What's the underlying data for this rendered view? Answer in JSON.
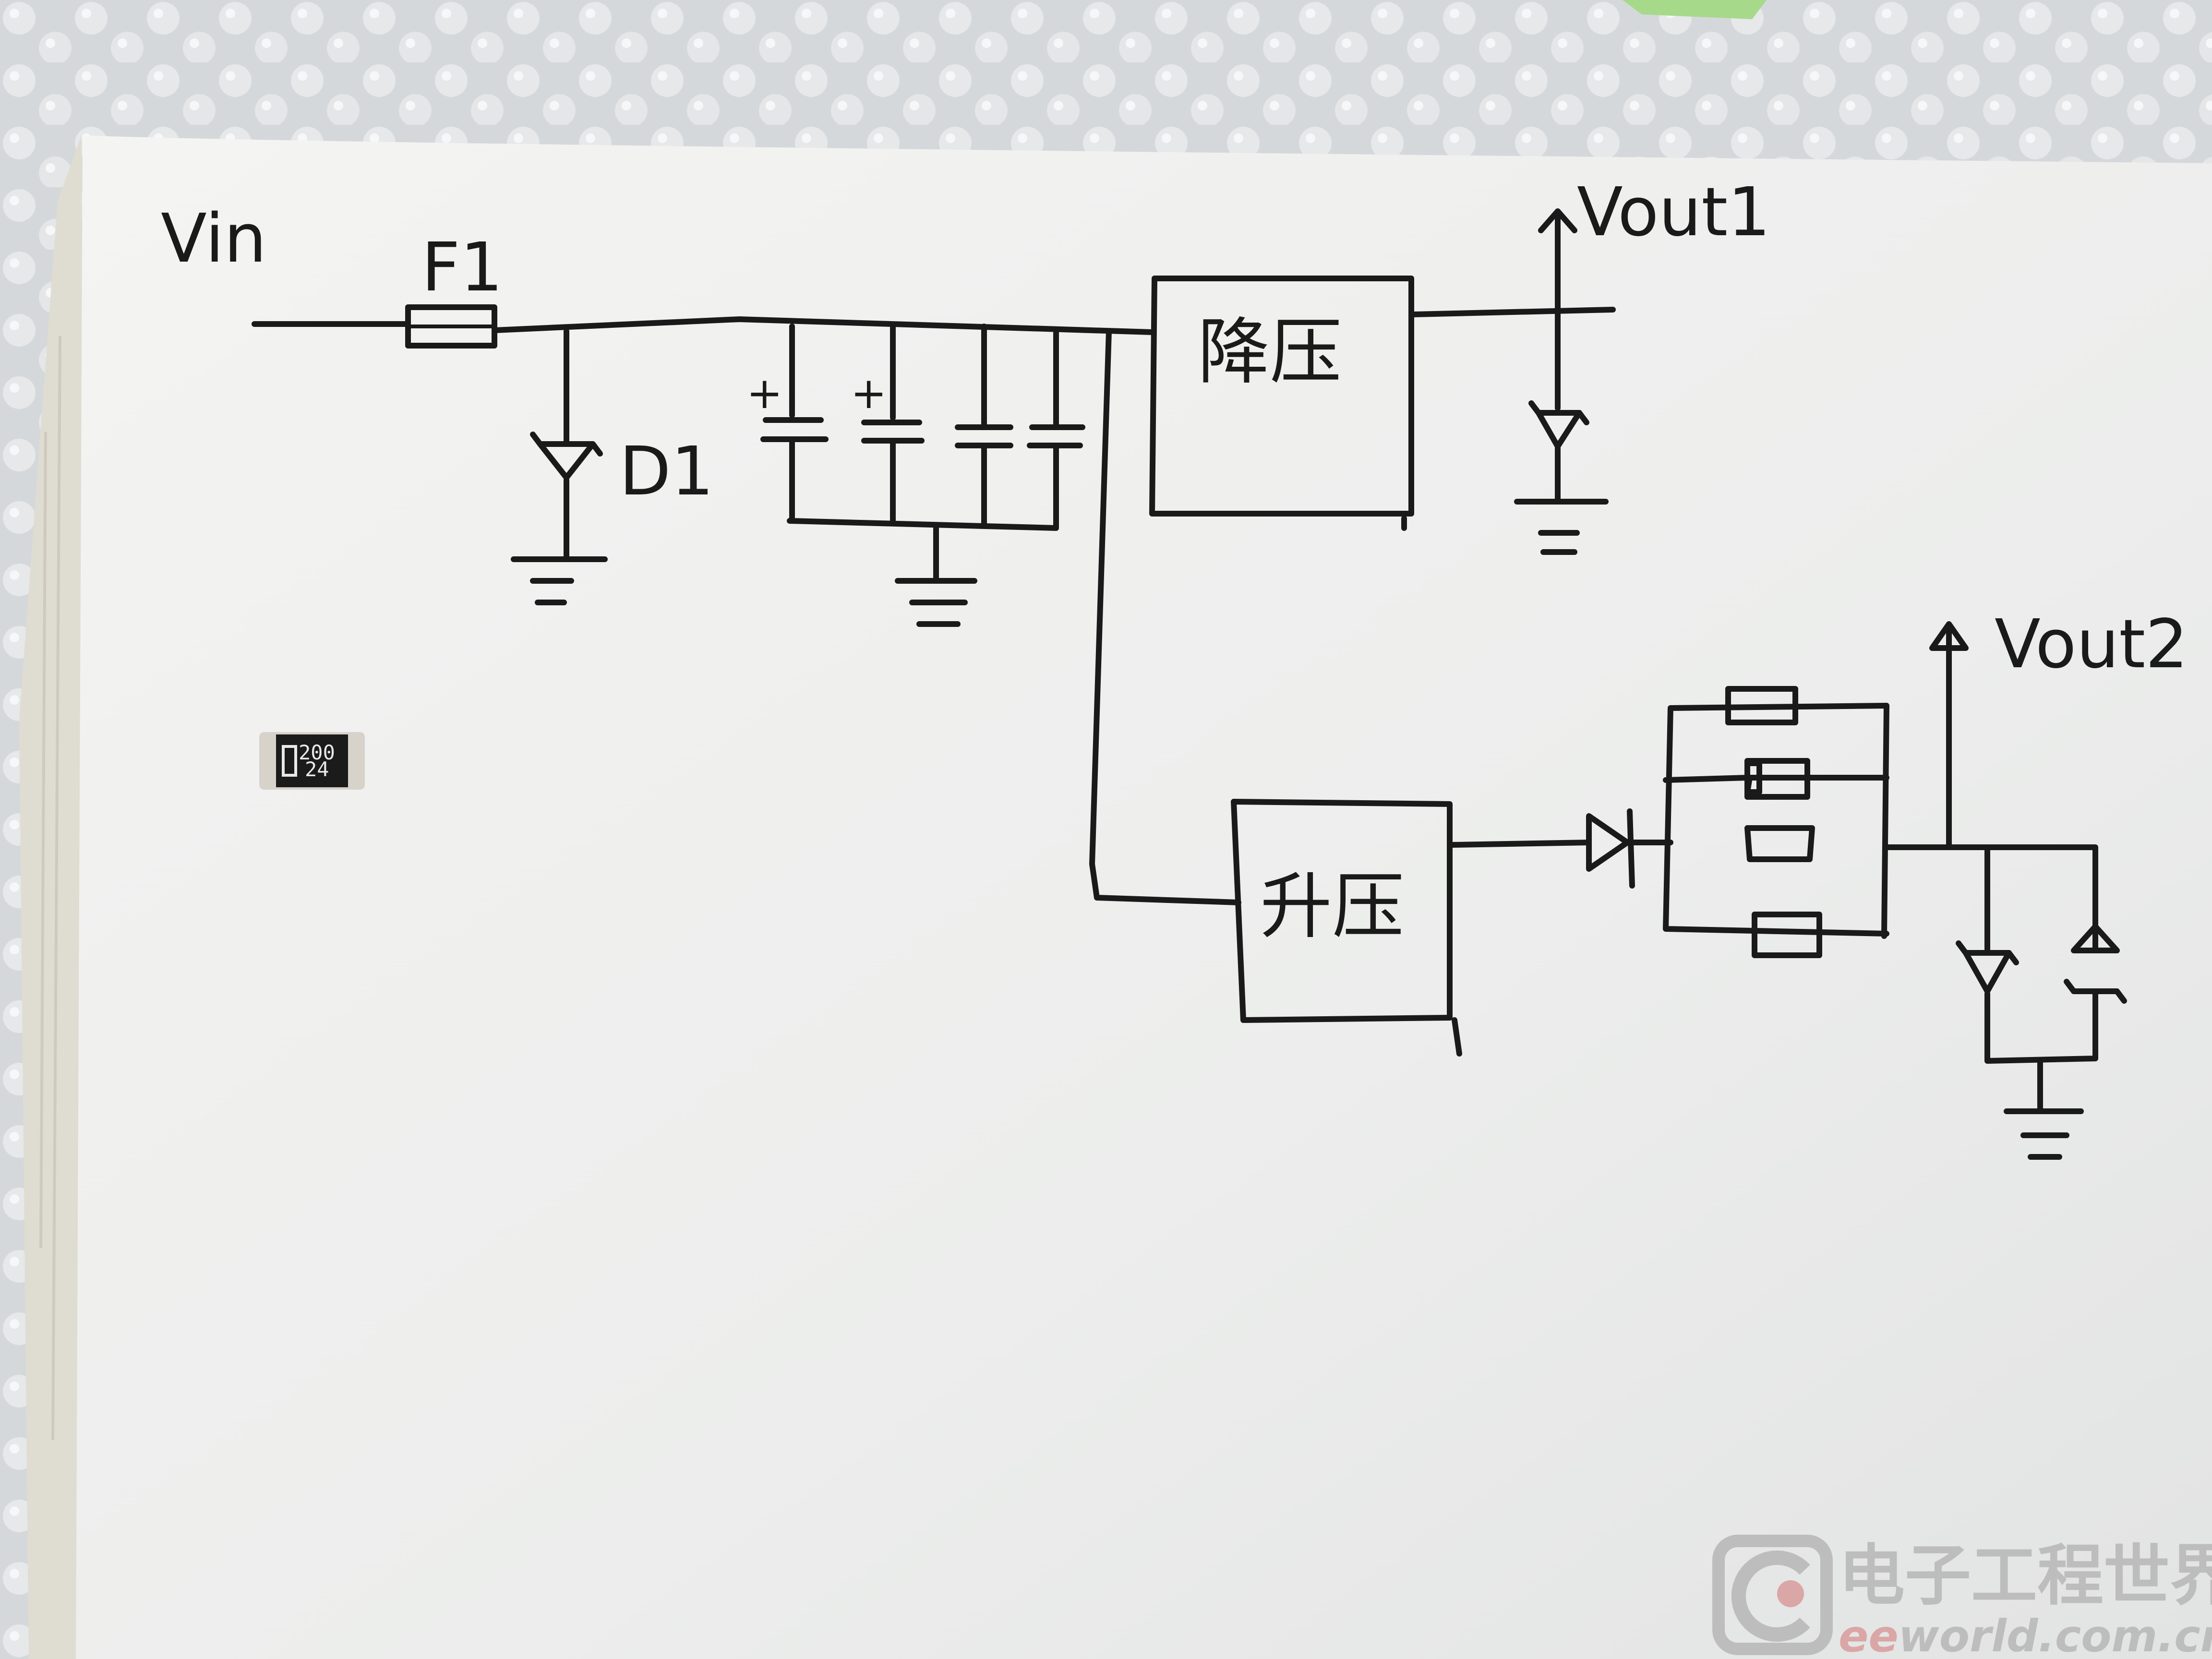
{
  "schematic": {
    "input_label": "Vin",
    "fuse_label": "F1",
    "diode_label": "D1",
    "buck_block_label": "降压",
    "boost_block_label": "升压",
    "output1_label": "Vout1",
    "output2_label": "Vout2"
  },
  "component_marking": {
    "line1": "200",
    "line2": "24"
  },
  "watermark": {
    "brand_cn": "电子工程世界",
    "site_prefix": "ee",
    "site_rest": "world.com.cn"
  },
  "colors": {
    "ink": "#1a1a1a",
    "paper": "#f2f2f0",
    "background": "#d7dadd",
    "watermark": "#b9b9b9"
  }
}
